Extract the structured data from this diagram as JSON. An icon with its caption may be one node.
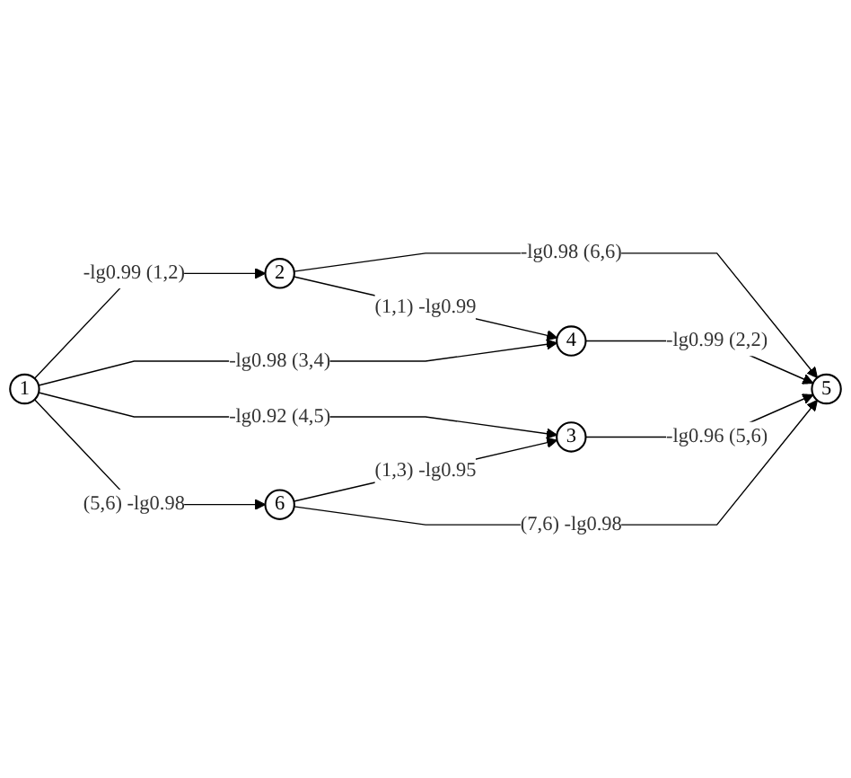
{
  "diagram": {
    "nodes": [
      {
        "text": [
          "1"
        ]
      },
      {
        "text": [
          "2"
        ]
      },
      {
        "text": [
          "3"
        ]
      },
      {
        "text": [
          "4"
        ]
      },
      {
        "text": [
          "5"
        ]
      },
      {
        "text": [
          "6"
        ]
      }
    ],
    "edges": [
      {
        "from": 0,
        "to": 1,
        "arrow": "to",
        "label": "-lg0.99 (1,2)"
      },
      {
        "from": 1,
        "to": 3,
        "arrow": "to",
        "label": "(1,1) -lg0.99"
      },
      {
        "from": 1,
        "to": 4,
        "arrow": "to",
        "label": "-lg0.98 (6,6)"
      },
      {
        "from": 0,
        "to": 3,
        "arrow": "to",
        "label": "-lg0.98 (3,4)"
      },
      {
        "from": 3,
        "to": 4,
        "arrow": "to",
        "label": "-lg0.99 (2,2)"
      },
      {
        "from": 0,
        "to": 2,
        "arrow": "to",
        "label": "-lg0.92 (4,5)"
      },
      {
        "from": 2,
        "to": 4,
        "arrow": "to",
        "label": "-lg0.96 (5,6)"
      },
      {
        "from": 0,
        "to": 5,
        "arrow": "to",
        "label": "(5,6) -lg0.98"
      },
      {
        "from": 5,
        "to": 2,
        "arrow": "to",
        "label": "(1,3) -lg0.95"
      },
      {
        "from": 5,
        "to": 4,
        "arrow": "to",
        "label": "(7,6) -lg0.98"
      }
    ]
  }
}
